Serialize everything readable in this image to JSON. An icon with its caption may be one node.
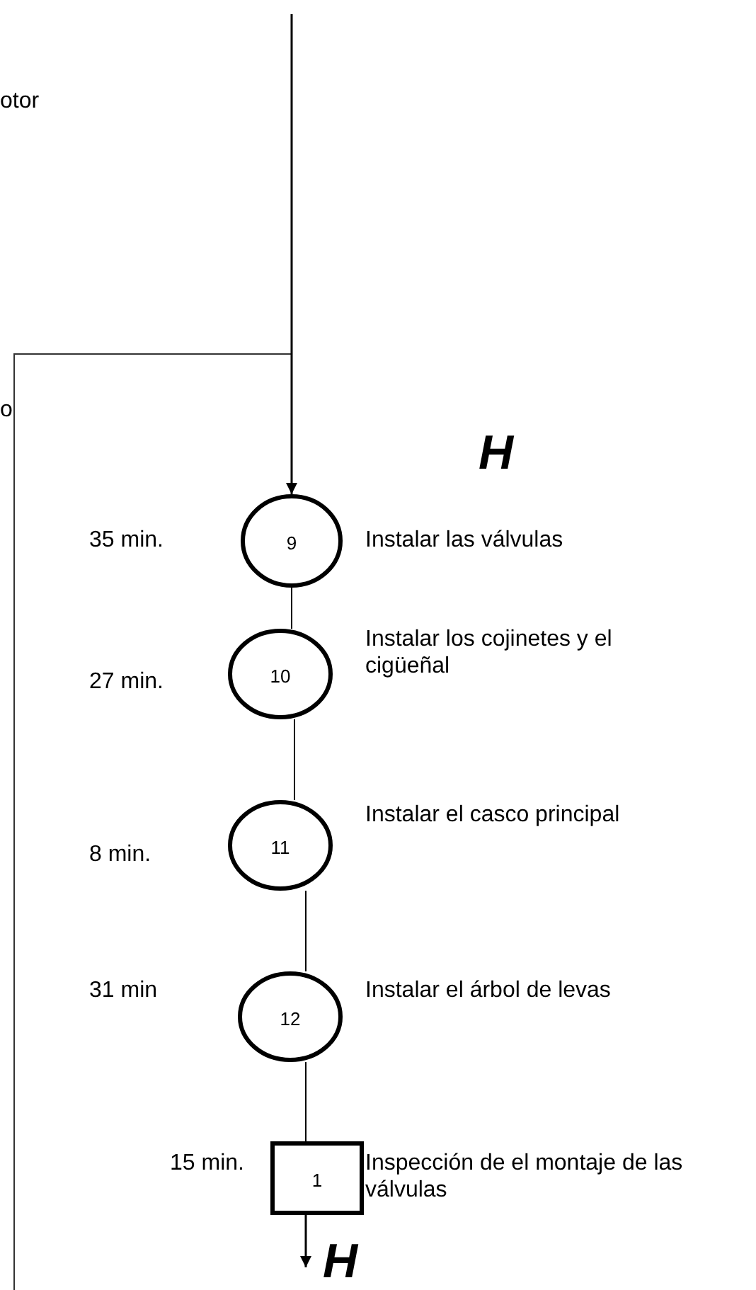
{
  "diagram": {
    "nodes": [
      {
        "text": [
          "9"
        ],
        "beside": [
          "35 min.",
          "Instalar las válvulas"
        ]
      },
      {
        "text": [
          "10"
        ],
        "beside": [
          "27 min.",
          "Instalar los cojinetes y el cigüeñal"
        ]
      },
      {
        "text": [
          "11"
        ],
        "beside": [
          "8 min.",
          "Instalar el casco principal"
        ]
      },
      {
        "text": [
          "12"
        ],
        "beside": [
          "31 min",
          "Instalar el árbol de levas"
        ]
      },
      {
        "text": [
          "1"
        ],
        "beside": [
          "15 min.",
          "Inspección de el montaje de las válvulas"
        ]
      },
      {
        "text": [
          "H"
        ]
      }
    ],
    "edges": [
      {
        "from": null,
        "to": 0,
        "arrow": "to"
      },
      {
        "from": 0,
        "to": 1,
        "arrow": "none"
      },
      {
        "from": 1,
        "to": 2,
        "arrow": "none"
      },
      {
        "from": 2,
        "to": 3,
        "arrow": "none"
      },
      {
        "from": 3,
        "to": 4,
        "arrow": "none"
      },
      {
        "from": 4,
        "to": 5,
        "arrow": "to"
      }
    ],
    "labels": [
      "otor",
      "o",
      "H"
    ]
  }
}
